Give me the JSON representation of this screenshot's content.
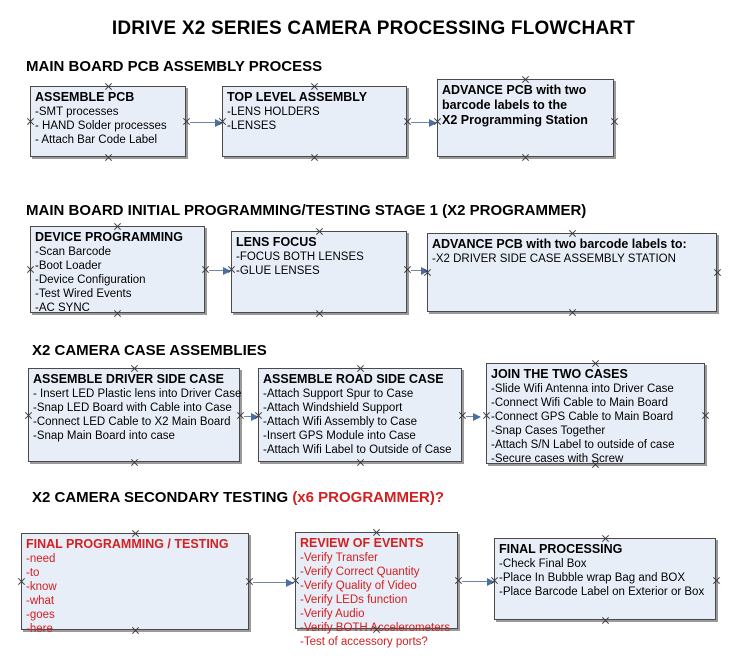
{
  "title": "IDRIVE X2  SERIES CAMERA PROCESSING FLOWCHART",
  "sections": [
    {
      "id": "s1",
      "heading": "MAIN BOARD PCB ASSEMBLY PROCESS",
      "accent": ""
    },
    {
      "id": "s2",
      "heading": "MAIN BOARD INITIAL PROGRAMMING/TESTING STAGE 1 (X2 PROGRAMMER)",
      "accent": ""
    },
    {
      "id": "s3",
      "heading": "X2 CAMERA CASE ASSEMBLIES",
      "accent": ""
    },
    {
      "id": "s4",
      "heading": "X2 CAMERA SECONDARY TESTING ",
      "accent": "(x6 PROGRAMMER)?"
    }
  ],
  "boxes": [
    {
      "id": "b1",
      "title": "ASSEMBLE PCB",
      "lines": [
        " -SMT processes",
        "- HAND Solder processes",
        "- Attach Bar Code Label"
      ],
      "color": "black"
    },
    {
      "id": "b2",
      "title": "TOP LEVEL ASSEMBLY",
      "lines": [
        "-LENS HOLDERS",
        "-LENSES"
      ],
      "color": "black"
    },
    {
      "id": "b3",
      "title": "ADVANCE PCB with two",
      "lines": [
        "barcode labels to the",
        " X2 Programming Station"
      ],
      "color": "black"
    },
    {
      "id": "b4",
      "title": "DEVICE PROGRAMMING",
      "lines": [
        "-Scan Barcode",
        "-Boot Loader",
        "-Device Configuration",
        "-Test Wired Events",
        "-AC SYNC"
      ],
      "color": "black"
    },
    {
      "id": "b5",
      "title": "LENS FOCUS",
      "lines": [
        "-FOCUS BOTH LENSES",
        "-GLUE LENSES"
      ],
      "color": "black"
    },
    {
      "id": "b6",
      "title": "ADVANCE PCB with two barcode labels to:",
      "lines": [
        "-X2 DRIVER  SIDE  CASE  ASSEMBLY STATION"
      ],
      "color": "black"
    },
    {
      "id": "b7",
      "title": "ASSEMBLE DRIVER SIDE CASE",
      "lines": [
        "- Insert LED Plastic lens into Driver Case",
        "-Snap LED Board with Cable into Case",
        "-Connect LED Cable to X2 Main Board",
        "-Snap Main Board into case"
      ],
      "color": "black"
    },
    {
      "id": "b8",
      "title": "ASSEMBLE ROAD SIDE CASE",
      "lines": [
        "-Attach Support Spur to Case",
        "-Attach Windshield Support",
        "-Attach Wifi Assembly to Case",
        "-Insert GPS Module into Case",
        "-Attach Wifi Label to Outside of Case"
      ],
      "color": "black"
    },
    {
      "id": "b9",
      "title": "JOIN THE TWO CASES",
      "lines": [
        "-Slide Wifi Antenna into Driver Case",
        "-Connect Wifi Cable to Main Board",
        "-Connect GPS Cable to Main Board",
        "-Snap Cases Together",
        "-Attach S/N Label to outside of case",
        "-Secure cases with Screw"
      ],
      "color": "black"
    },
    {
      "id": "b10",
      "title": "FINAL PROGRAMMING / TESTING",
      "lines": [
        "-need",
        "-to",
        "-know",
        "-what",
        "-goes",
        "-here"
      ],
      "color": "red"
    },
    {
      "id": "b11",
      "title": "REVIEW OF EVENTS",
      "lines": [
        "-Verify Transfer",
        "-Verify Correct Quantity",
        "-Verify Quality of Video",
        "-Verify LEDs function",
        "-Verify Audio",
        "-Verify BOTH Accelerometers",
        "-Test of accessory ports?"
      ],
      "color": "red"
    },
    {
      "id": "b12",
      "title": "FINAL PROCESSING",
      "lines": [
        " -Check Final Box",
        "-Place In Bubble wrap Bag and BOX",
        "-Place Barcode Label on Exterior or Box"
      ],
      "color": "black"
    }
  ],
  "colors": {
    "box_fill": "#e8eef7",
    "box_border": "#4a4a4a",
    "connector": "#4a6fa5",
    "accent_red": "#d32020",
    "text": "#000000"
  }
}
